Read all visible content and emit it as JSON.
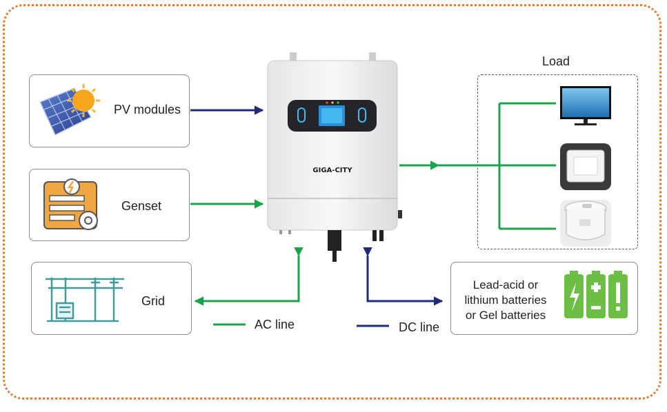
{
  "inverter": {
    "brand": "GIGA-CITY"
  },
  "sources": {
    "pv_label": "PV modules",
    "genset_label": "Genset",
    "grid_label": "Grid"
  },
  "load": {
    "title": "Load"
  },
  "battery": {
    "line1": "Lead-acid or",
    "line2": "lithium batteries",
    "line3": "or Gel batteries"
  },
  "legend": {
    "ac_label": "AC line",
    "dc_label": "DC line",
    "ac_color": "#1aa34a",
    "dc_color": "#1f2a7a"
  },
  "accent": {
    "frame": "#e07b3a",
    "battery": "#6bbf45"
  }
}
